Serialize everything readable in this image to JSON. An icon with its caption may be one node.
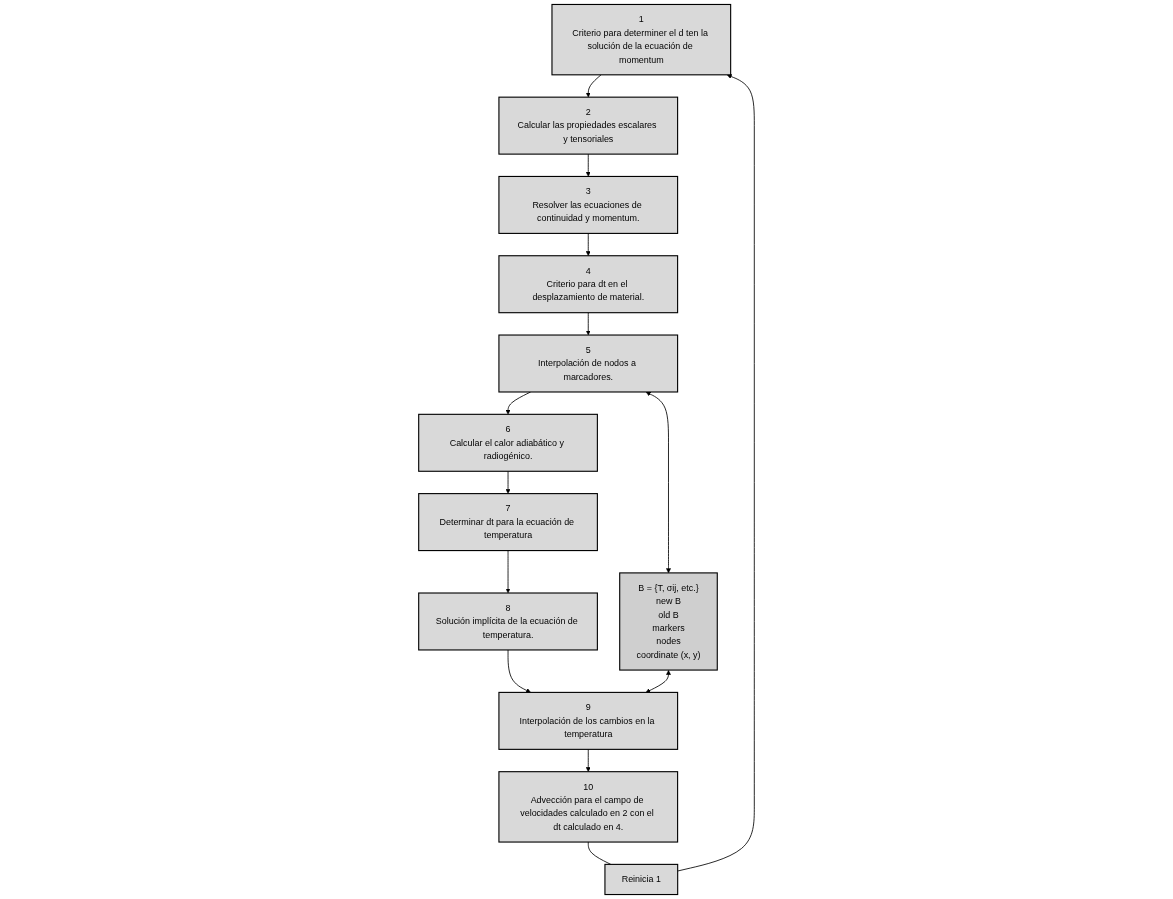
{
  "diagram": {
    "nodes": [
      {
        "text": [
          "1",
          "Criterio para determiner el d ten la solución de la ecuación de momentum"
        ]
      },
      {
        "text": [
          "Reinicia 1"
        ]
      },
      {
        "text": [
          "10",
          "Advección para el campo de velocidades calculado en 2 con el dt calculado en 4."
        ]
      },
      {
        "text": [
          "2",
          "Calcular las propiedades escalares y tensoriales"
        ]
      },
      {
        "text": [
          "B = {T, σij, etc.}",
          "new B",
          "old B",
          "markers",
          "nodes",
          "coordinate (x, y)"
        ]
      },
      {
        "text": [
          "9",
          "Interpolación de los cambios en la temperatura"
        ]
      },
      {
        "text": [
          "3",
          "Resolver las ecuaciones de continuidad y momentum."
        ]
      },
      {
        "text": [
          "8",
          "Solución implícita de la ecuación de temperatura."
        ]
      },
      {
        "text": [
          "4",
          "Criterio para dt en el desplazamiento de material."
        ]
      },
      {
        "text": [
          "7",
          "Determinar dt para la ecuación de temperatura"
        ]
      },
      {
        "text": [
          "5",
          "Interpolación de nodos a marcadores."
        ]
      },
      {
        "text": [
          "6",
          "Calcular el calor adiabático y radiogénico."
        ]
      }
    ],
    "edges": [
      {
        "from": 0,
        "to": 3,
        "arrow": "to"
      },
      {
        "from": 3,
        "to": 6,
        "arrow": "to"
      },
      {
        "from": 6,
        "to": 8,
        "arrow": "to"
      },
      {
        "from": 8,
        "to": 10,
        "arrow": "to"
      },
      {
        "from": 10,
        "to": 11,
        "arrow": "to"
      },
      {
        "from": 11,
        "to": 9,
        "arrow": "to"
      },
      {
        "from": 9,
        "to": 7,
        "arrow": "to"
      },
      {
        "from": 7,
        "to": 5,
        "arrow": "to"
      },
      {
        "from": 5,
        "to": 2,
        "arrow": "to"
      },
      {
        "from": 2,
        "to": 1,
        "arrow": "none"
      },
      {
        "from": 1,
        "to": 0,
        "arrow": "to"
      },
      {
        "from": 10,
        "to": 4,
        "arrow": "both"
      },
      {
        "from": 4,
        "to": 5,
        "arrow": "both"
      }
    ]
  }
}
